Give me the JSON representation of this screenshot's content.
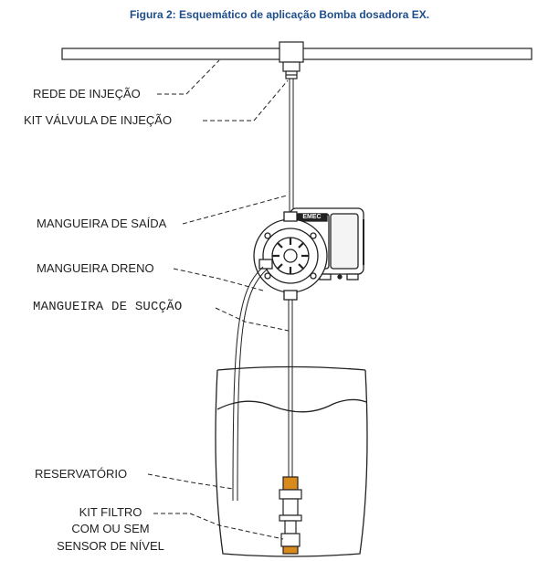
{
  "title": "Figura 2: Esquemático de aplicação Bomba dosadora EX.",
  "labels": {
    "rede": "REDE DE INJEÇÃO",
    "kit_valvula": "KIT VÁLVULA DE INJEÇÃO",
    "saida": "MANGUEIRA DE SAÍDA",
    "dreno": "MANGUEIRA DRENO",
    "succao": "MANGUEIRA DE SUCÇÃO",
    "reservatorio": "RESERVATÓRIO",
    "kit_filtro_1": "KIT FILTRO",
    "kit_filtro_2": "COM OU SEM",
    "kit_filtro_3": "SENSOR DE NÍVEL"
  },
  "pump_brand": "EMEC",
  "colors": {
    "title": "#1f4e8c",
    "line": "#222222",
    "accent": "#d98a1c"
  }
}
